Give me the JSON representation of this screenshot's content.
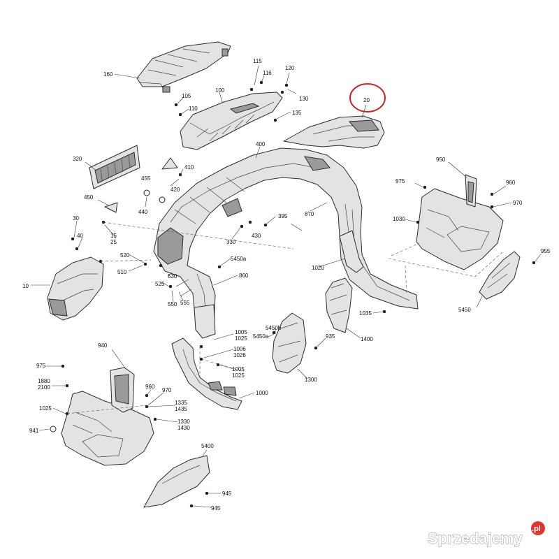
{
  "diagram": {
    "highlighted_part": "20",
    "callouts": {
      "c160": "160",
      "c115": "115",
      "c116": "116",
      "c120": "120",
      "c130": "130",
      "c105": "105",
      "c100": "100",
      "c110": "110",
      "c135": "135",
      "c20": "20",
      "c320": "320",
      "c455": "455",
      "c410": "410",
      "c420": "420",
      "c400": "400",
      "c450": "450",
      "c440": "440",
      "c950": "950",
      "c975a": "975",
      "c960a": "960",
      "c970a": "970",
      "c1030": "1030",
      "c395": "395",
      "c870": "870",
      "c30": "30",
      "c40": "40",
      "c15": "15",
      "c25": "25",
      "c430": "430",
      "c330": "330",
      "c520": "520",
      "c510": "510",
      "c5450a1": "5450a",
      "c955": "955",
      "c10": "10",
      "c525": "525",
      "c530": "530",
      "c860": "860",
      "c1020": "1020",
      "c550": "550",
      "c555": "555",
      "c5450": "5450",
      "c1035": "1035",
      "c5450b": "5450b",
      "c5450a2": "5450a",
      "c935": "935",
      "c1400": "1400",
      "c1005a": "1005",
      "c1025a": "1025",
      "c940": "940",
      "c1006": "1006",
      "c1026": "1026",
      "c1005b": "1005",
      "c1025b": "1025",
      "c1300": "1300",
      "c1000": "1000",
      "c975b": "975",
      "c1880": "1880",
      "c2100": "2100",
      "c960b": "960",
      "c970b": "970",
      "c1335": "1335",
      "c1435": "1435",
      "c1025c": "1025",
      "c1330": "1330",
      "c1430": "1430",
      "c941": "941",
      "c5400": "5400",
      "c945a": "945",
      "c945b": "945"
    }
  },
  "watermark": {
    "text": "Sprzedajemy",
    "badge": ".pl",
    "brand_color": "#e3342f"
  }
}
